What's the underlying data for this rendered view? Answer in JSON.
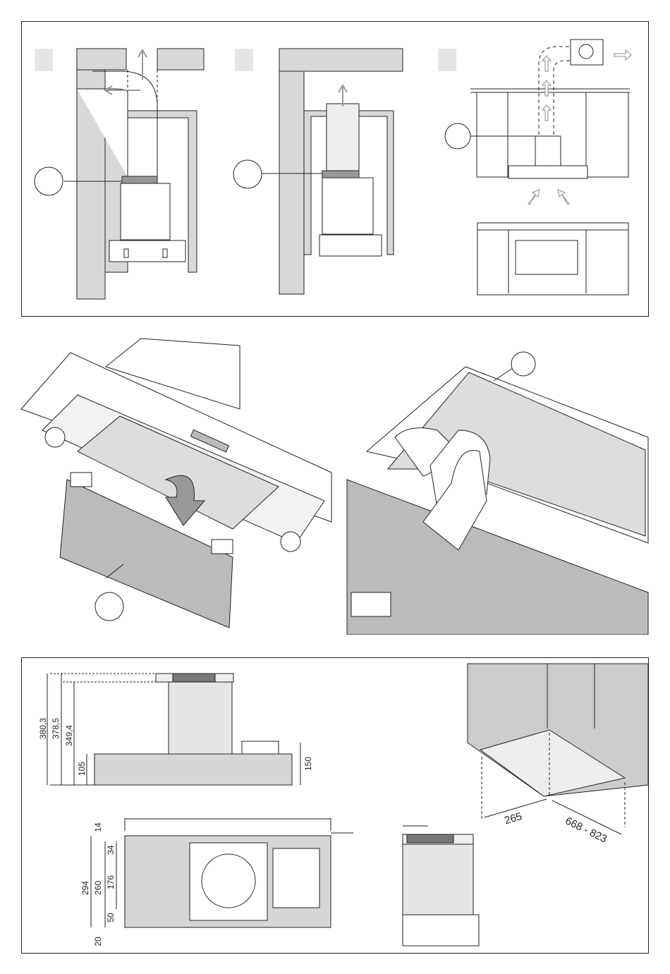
{
  "figure_1": {
    "step_markers": [
      "",
      "",
      ""
    ],
    "callouts": [
      "",
      "",
      ""
    ]
  },
  "figure_2": {
    "callout_left": "",
    "callout_right": "",
    "tag_label": ""
  },
  "figure_3": {
    "dimensions_side": [
      "380,3",
      "378,5",
      "349,4",
      "105",
      "150"
    ],
    "dimensions_top": [
      "14",
      "34",
      "294",
      "260",
      "176",
      "50",
      "20"
    ],
    "dimensions_cabinet": [
      "265",
      "668 - 823"
    ]
  },
  "colors": {
    "line": "#222222",
    "gray_fill": "#d8d8d8",
    "dark_fill": "#777777",
    "light_fill": "#eeeeee"
  },
  "icons": [
    "arrow-up-icon",
    "arrow-left-icon",
    "airflow-arrow-icon",
    "curved-arrow-icon",
    "hand-icon",
    "fan-motor-icon"
  ]
}
